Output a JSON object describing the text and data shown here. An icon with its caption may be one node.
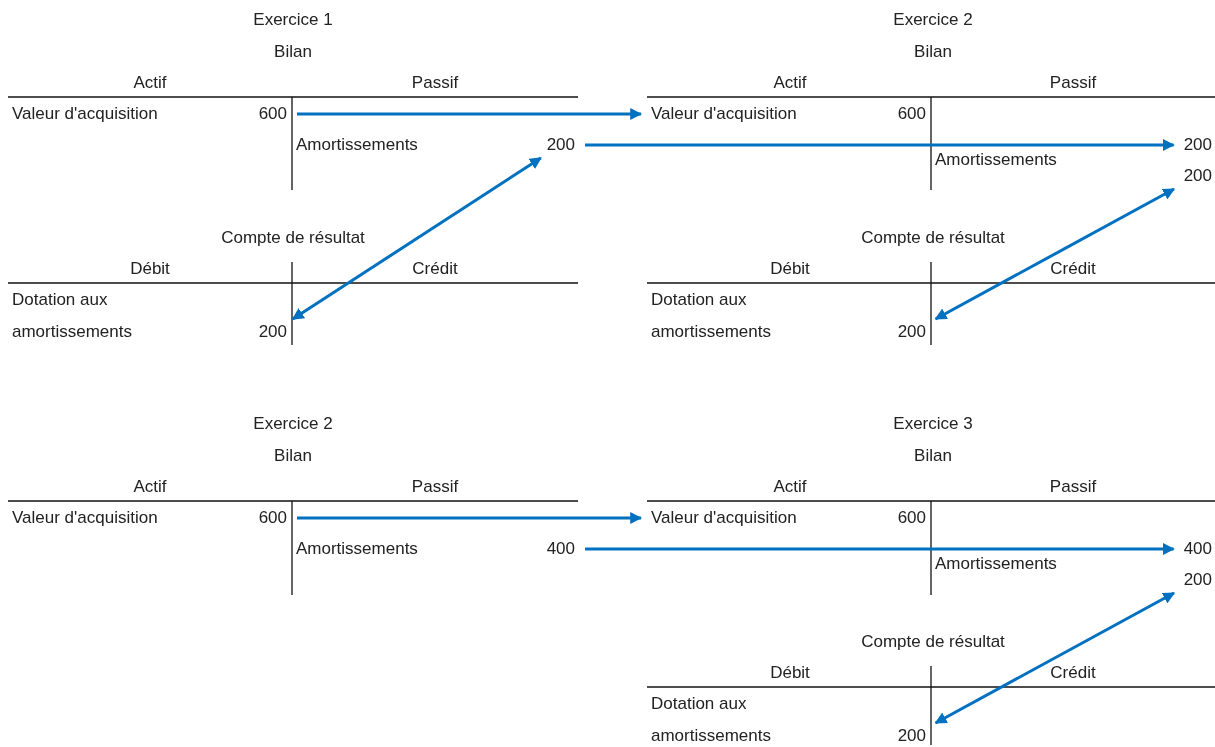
{
  "diagram": {
    "nodes": [
      {
        "text": [
          "600"
        ]
      },
      {
        "text": [
          "Valeur d'acquisition"
        ]
      },
      {
        "text": [
          "200"
        ]
      },
      {
        "text": [
          "200"
        ]
      },
      {
        "text": [
          "200"
        ]
      },
      {
        "text": [
          "200"
        ]
      },
      {
        "text": [
          "200"
        ]
      },
      {
        "text": [
          "600"
        ]
      },
      {
        "text": [
          "Valeur d'acquisition"
        ]
      },
      {
        "text": [
          "400"
        ]
      },
      {
        "text": [
          "400"
        ]
      },
      {
        "text": [
          "200"
        ]
      },
      {
        "text": [
          "200"
        ]
      }
    ],
    "edges": [
      {
        "from": 0,
        "to": 1,
        "arrow": "to"
      },
      {
        "from": 2,
        "to": 4,
        "arrow": "to"
      },
      {
        "from": 2,
        "to": 3,
        "arrow": "both"
      },
      {
        "from": 5,
        "to": 6,
        "arrow": "both"
      },
      {
        "from": 7,
        "to": 8,
        "arrow": "to"
      },
      {
        "from": 9,
        "to": 10,
        "arrow": "to"
      },
      {
        "from": 11,
        "to": 12,
        "arrow": "both"
      }
    ],
    "labels": [
      "Exercice 1",
      "Exercice 2",
      "Bilan",
      "Bilan",
      "Actif",
      "Passif",
      "Actif",
      "Passif",
      "Valeur d'acquisition",
      "600",
      "Amortissements",
      "Amortissements",
      "Compte de résultat",
      "Compte de résultat",
      "Débit",
      "Crédit",
      "Débit",
      "Crédit",
      "Dotation aux amortissements",
      "Dotation aux amortissements",
      "Exercice 2",
      "Exercice 3",
      "Bilan",
      "Bilan",
      "Actif",
      "Passif",
      "Actif",
      "Passif",
      "Valeur d'acquisition",
      "600",
      "Amortissements",
      "Amortissements",
      "Compte de résultat",
      "Débit",
      "Crédit",
      "Dotation aux amortissements"
    ]
  }
}
